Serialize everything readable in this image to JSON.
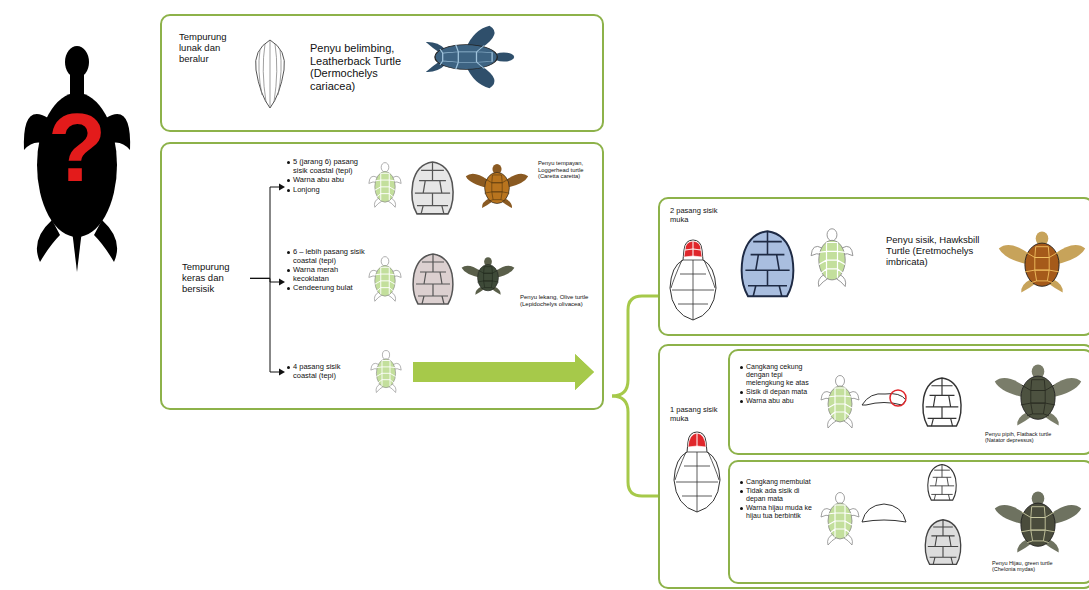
{
  "diagram": {
    "nodes": [
      {
        "text": [
          "Tempurung lunak dan beralur",
          "Penyu belimbing, Leatherback Turtle (Dermochelys cariacea)"
        ]
      },
      {
        "text": [
          "Tempurung keras dan bersisik"
        ]
      },
      {
        "text": [
          "5 (jarang 6) pasang sisik coastal (tepi)",
          "Warna abu abu",
          "Lonjong",
          "Penyu tempayan, Loggerhead turtle (Caretta caretta)"
        ],
        "in": 1
      },
      {
        "text": [
          "6 – lebih pasang sisik coastal (tepi)",
          "Warna merah kecoklatan",
          "Cendeerung bulat",
          "Penyu lekang, Olive turtle (Lepidochelys olivacea)"
        ],
        "in": 1
      },
      {
        "text": [
          "4 pasang sisik coastal (tepi)"
        ],
        "in": 1
      },
      {
        "text": [
          "2 pasang sisik muka",
          "Penyu sisik, Hawksbill Turtle (Eretmochelys imbricata)"
        ]
      },
      {
        "text": [
          "1 pasang sisik muka"
        ]
      },
      {
        "text": [
          "Cangkang cekung dengan tepi melengkung ke atas",
          "Sisik di depan mata",
          "Warna abu abu",
          "Penyu pipih, Flatback turtle (Natator depressus)"
        ],
        "in": 6
      },
      {
        "text": [
          "Cangkang membulat",
          "Tidak ada sisik di depan mata",
          "Warna hijau muda ke hijau tua berbintik",
          "Penyu Hijau, green turtle (Chelonia mydas)"
        ],
        "in": 6
      }
    ],
    "edges": [
      {
        "from": 1,
        "to": 2,
        "arrow": "to"
      },
      {
        "from": 1,
        "to": 3,
        "arrow": "to"
      },
      {
        "from": 1,
        "to": 4,
        "arrow": "to"
      },
      {
        "from": 4,
        "to": 5,
        "arrow": "to"
      },
      {
        "from": 4,
        "to": 6,
        "arrow": "to"
      }
    ],
    "labels": [
      "?"
    ]
  }
}
